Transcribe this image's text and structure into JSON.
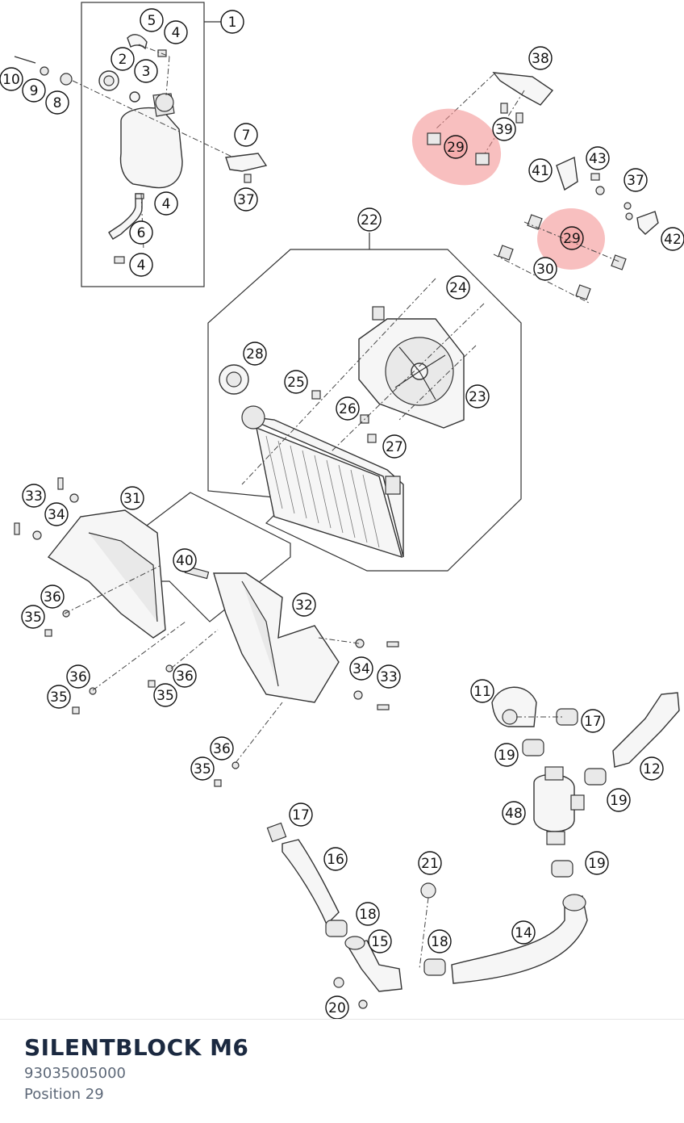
{
  "diagram": {
    "callouts": [
      {
        "id": "c1",
        "label": "1"
      },
      {
        "id": "c5",
        "label": "5"
      },
      {
        "id": "c4a",
        "label": "4"
      },
      {
        "id": "c2",
        "label": "2"
      },
      {
        "id": "c3",
        "label": "3"
      },
      {
        "id": "c10",
        "label": "10"
      },
      {
        "id": "c9",
        "label": "9"
      },
      {
        "id": "c8",
        "label": "8"
      },
      {
        "id": "c7",
        "label": "7"
      },
      {
        "id": "c37a",
        "label": "37"
      },
      {
        "id": "c4b",
        "label": "4"
      },
      {
        "id": "c6",
        "label": "6"
      },
      {
        "id": "c4c",
        "label": "4"
      },
      {
        "id": "c38",
        "label": "38"
      },
      {
        "id": "c29a",
        "label": "29",
        "highlight": true
      },
      {
        "id": "c39",
        "label": "39"
      },
      {
        "id": "c41",
        "label": "41"
      },
      {
        "id": "c43",
        "label": "43"
      },
      {
        "id": "c37b",
        "label": "37"
      },
      {
        "id": "c29b",
        "label": "29",
        "highlight": true
      },
      {
        "id": "c42",
        "label": "42"
      },
      {
        "id": "c30",
        "label": "30"
      },
      {
        "id": "c22",
        "label": "22"
      },
      {
        "id": "c24",
        "label": "24"
      },
      {
        "id": "c28",
        "label": "28"
      },
      {
        "id": "c25",
        "label": "25"
      },
      {
        "id": "c26",
        "label": "26"
      },
      {
        "id": "c23",
        "label": "23"
      },
      {
        "id": "c27",
        "label": "27"
      },
      {
        "id": "c33a",
        "label": "33"
      },
      {
        "id": "c34a",
        "label": "34"
      },
      {
        "id": "c31",
        "label": "31"
      },
      {
        "id": "c40",
        "label": "40"
      },
      {
        "id": "c36a",
        "label": "36"
      },
      {
        "id": "c35a",
        "label": "35"
      },
      {
        "id": "c32",
        "label": "32"
      },
      {
        "id": "c34b",
        "label": "34"
      },
      {
        "id": "c33b",
        "label": "33"
      },
      {
        "id": "c36b",
        "label": "36"
      },
      {
        "id": "c35b",
        "label": "35"
      },
      {
        "id": "c36c",
        "label": "36"
      },
      {
        "id": "c35c",
        "label": "35"
      },
      {
        "id": "c36d",
        "label": "36"
      },
      {
        "id": "c35d",
        "label": "35"
      },
      {
        "id": "c11",
        "label": "11"
      },
      {
        "id": "c17a",
        "label": "17"
      },
      {
        "id": "c19a",
        "label": "19"
      },
      {
        "id": "c12",
        "label": "12"
      },
      {
        "id": "c19b",
        "label": "19"
      },
      {
        "id": "c48",
        "label": "48"
      },
      {
        "id": "c19c",
        "label": "19"
      },
      {
        "id": "c17b",
        "label": "17"
      },
      {
        "id": "c16",
        "label": "16"
      },
      {
        "id": "c21",
        "label": "21"
      },
      {
        "id": "c18a",
        "label": "18"
      },
      {
        "id": "c15",
        "label": "15"
      },
      {
        "id": "c18b",
        "label": "18"
      },
      {
        "id": "c14",
        "label": "14"
      },
      {
        "id": "c20",
        "label": "20"
      }
    ],
    "highlight_color": "#f28b8b"
  },
  "footer": {
    "title": "SILENTBLOCK M6",
    "part_number": "93035005000",
    "position": "Position 29"
  }
}
